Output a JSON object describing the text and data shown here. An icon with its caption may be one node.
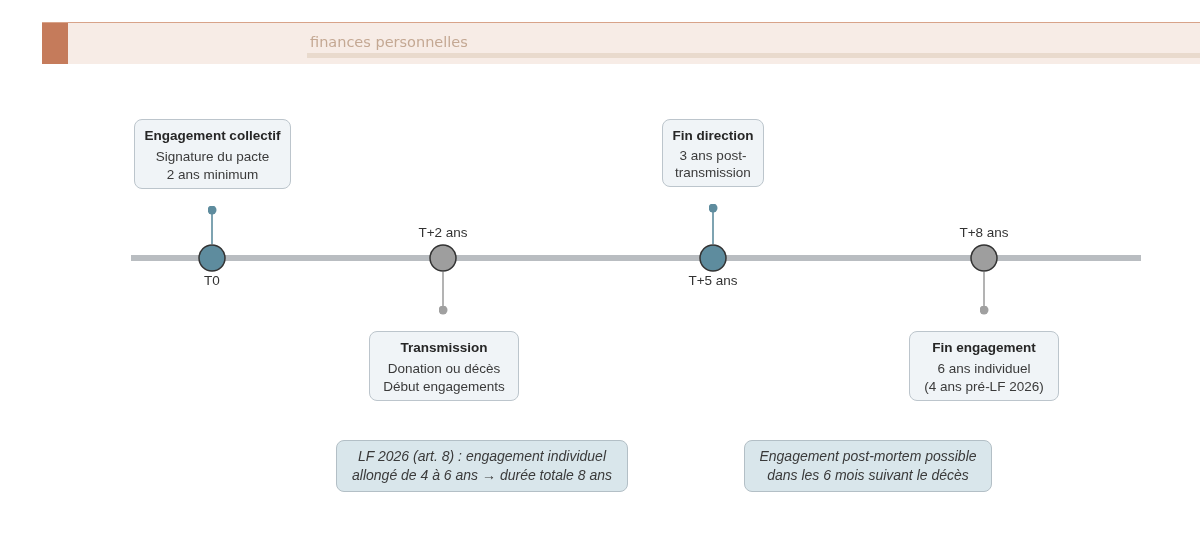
{
  "diagram": {
    "nodes": [
      {
        "text": [
          "Engagement collectif",
          "Signature du pacte",
          "2 ans minimum"
        ]
      },
      {
        "text": [
          "Fin direction",
          "3 ans post-transmission"
        ]
      },
      {
        "text": [],
        "shape": "circle",
        "beside": [
          "T0"
        ]
      },
      {
        "text": [],
        "shape": "circle",
        "beside": [
          "T+2 ans"
        ]
      },
      {
        "text": [],
        "shape": "circle",
        "beside": [
          "T+5 ans"
        ]
      },
      {
        "text": [],
        "shape": "circle",
        "beside": [
          "T+8 ans"
        ]
      },
      {
        "text": [
          "Transmission",
          "Donation ou décès",
          "Début engagements"
        ]
      },
      {
        "text": [
          "Fin engagement",
          "6 ans individuel",
          "(4 ans pré-LF 2026)"
        ]
      },
      {
        "text": [
          "LF 2026 (art. 8) : engagement individuel allongé de 4 à 6 ans → durée totale 8 ans"
        ]
      },
      {
        "text": [
          "Engagement post-mortem possible dans les 6 mois suivant le décès"
        ]
      }
    ],
    "edges": [
      {
        "from": 2,
        "to": 0,
        "arrow": "other",
        "color": "#5e8c9e"
      },
      {
        "from": 4,
        "to": 1,
        "arrow": "other",
        "color": "#5e8c9e"
      },
      {
        "from": 3,
        "to": 6,
        "arrow": "other",
        "color": "#a0a0a0"
      },
      {
        "from": 5,
        "to": 7,
        "arrow": "other",
        "color": "#a0a0a0"
      }
    ],
    "labels": [
      "finances personnelles"
    ]
  }
}
